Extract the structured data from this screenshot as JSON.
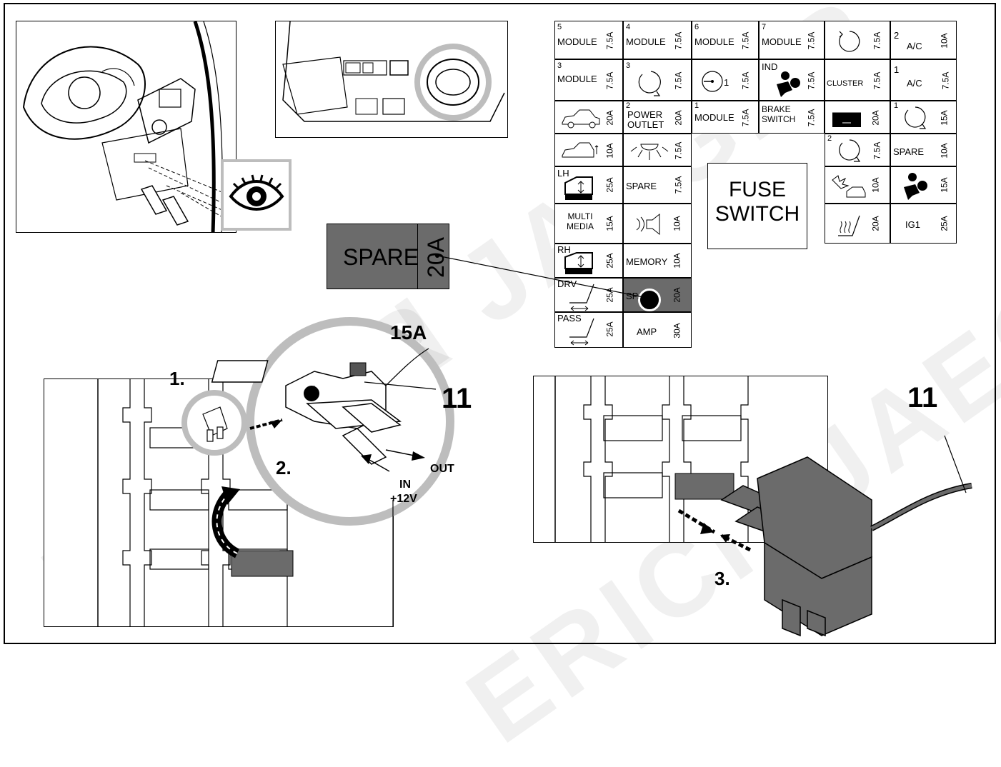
{
  "watermark": [
    "ERICH JAEGER",
    "ERICH JAEGER",
    "JAEGER"
  ],
  "fusebox": {
    "cells": {
      "c1": {
        "num": "5",
        "label": "MODULE",
        "amp": "7.5A"
      },
      "c2": {
        "num": "4",
        "label": "MODULE",
        "amp": "7.5A"
      },
      "c3": {
        "num": "6",
        "label": "MODULE",
        "amp": "7.5A"
      },
      "c4": {
        "num": "7",
        "label": "MODULE",
        "amp": "7.5A"
      },
      "c5": {
        "icon": "rotation-icon",
        "amp": "7.5A"
      },
      "c6": {
        "num": "2",
        "label": "A/C",
        "amp": "10A"
      },
      "r2c1": {
        "num": "3",
        "label": "MODULE",
        "amp": "7.5A"
      },
      "r2c2": {
        "num": "3",
        "icon": "rotation-icon",
        "amp": "7.5A"
      },
      "r2c3": {
        "num": "1",
        "icon": "gauge-icon",
        "amp": "7.5A"
      },
      "r2c4": {
        "label": "IND",
        "icon": "airbag-icon",
        "amp": "7.5A"
      },
      "r2c5": {
        "label": "CLUSTER",
        "amp": "7.5A"
      },
      "r2c6": {
        "num": "1",
        "label": "A/C",
        "amp": "7.5A"
      },
      "r3c1": {
        "icon": "car-icon",
        "amp": "20A"
      },
      "r3c2": {
        "num": "2",
        "label": "POWER OUTLET",
        "amp": "20A"
      },
      "r3c3": {
        "num": "1",
        "label": "MODULE",
        "amp": "7.5A"
      },
      "r3c4": {
        "label": "BRAKE SWITCH",
        "amp": "7.5A"
      },
      "r3c5": {
        "icon": "rear-window-icon",
        "amp": "20A"
      },
      "r3c6": {
        "num": "1",
        "icon": "rotation-icon",
        "amp": "15A"
      },
      "r4c1": {
        "icon": "car-hatch-icon",
        "amp": "10A"
      },
      "r4c2": {
        "icon": "lamp-icon",
        "amp": "7.5A"
      },
      "r4c5": {
        "num": "2",
        "icon": "rotation-icon",
        "amp": "7.5A"
      },
      "r4c6": {
        "label": "SPARE",
        "amp": "10A"
      },
      "r5c1": {
        "label": "LH",
        "icon": "window-lift-icon",
        "amp": "25A"
      },
      "r5c2": {
        "label": "SPARE",
        "amp": "7.5A"
      },
      "r5c5": {
        "icon": "crash-icon",
        "amp": "10A"
      },
      "r5c6": {
        "icon": "airbag-icon",
        "amp": "15A"
      },
      "r6c1": {
        "label": "MULTI MEDIA",
        "amp": "15A"
      },
      "r6c2": {
        "icon": "speaker-icon",
        "amp": "10A"
      },
      "r6c5": {
        "icon": "seat-heater-icon",
        "amp": "20A"
      },
      "r6c6": {
        "label": "IG1",
        "amp": "25A"
      },
      "r7c1": {
        "label": "RH",
        "icon": "window-lift-icon",
        "amp": "25A"
      },
      "r7c2": {
        "label": "MEMORY",
        "amp": "10A"
      },
      "r8c1": {
        "label": "DRV",
        "icon": "seat-adjust-icon",
        "amp": "25A"
      },
      "r8c2": {
        "label": "SPARE",
        "amp": "20A"
      },
      "r9c1": {
        "label": "PASS",
        "icon": "seat-adjust-icon",
        "amp": "25A"
      },
      "r9c2": {
        "label": "AMP",
        "amp": "30A"
      }
    },
    "fuse_switch": "FUSE SWITCH"
  },
  "callout": {
    "label": "SPARE",
    "amp": "20A"
  },
  "steps": {
    "s1": "1.",
    "s2": "2.",
    "s3": "3."
  },
  "adapter": {
    "fuse_rating": "15A",
    "part_left": "11",
    "part_right": "11",
    "out": "OUT",
    "in": "IN",
    "voltage": "+12V"
  },
  "colors": {
    "highlight": "#6b6b6b",
    "line": "#000000",
    "ring": "#bdbdbd"
  }
}
